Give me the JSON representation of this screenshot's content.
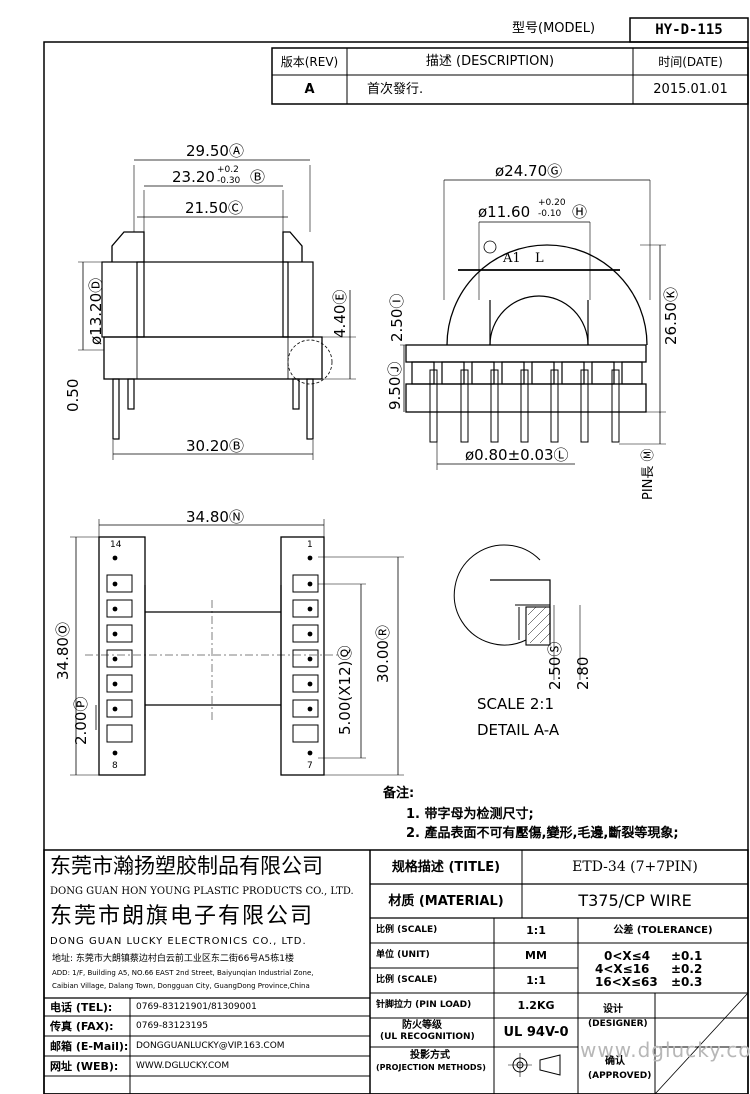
{
  "header": {
    "model_label": "型号(MODEL)",
    "model_value": "HY-D-115",
    "rev_label": "版本(REV)",
    "desc_label": "描述 (DESCRIPTION)",
    "date_label": "时间(DATE)",
    "rev_value": "A",
    "desc_value": "首次發行.",
    "date_value": "2015.01.01"
  },
  "front_view": {
    "d_29_50": "29.50Ⓐ",
    "d_23_20": "23.20",
    "d_23_20_plus": "+0.2",
    "d_23_20_minus": "-0.30",
    "d_23_20_tag": "Ⓑ",
    "d_21_50": "21.50Ⓒ",
    "d_13_20": "ø13.20Ⓓ",
    "d_4_40": "4.40Ⓔ",
    "d_0_50": "0.50",
    "d_30_20": "30.20Ⓑ"
  },
  "side_view": {
    "d_24_70": "ø24.70Ⓖ",
    "d_11_60": "ø11.60",
    "d_11_60_plus": "+0.20",
    "d_11_60_minus": "-0.10",
    "d_11_60_tag": "Ⓗ",
    "marker_a1": "A1",
    "marker_l": "L",
    "d_2_50": "2.50Ⓘ",
    "d_26_50": "26.50Ⓚ",
    "d_9_50": "9.50Ⓙ",
    "d_0_80": "ø0.80±0.03Ⓛ",
    "pin_len": "PIN長 Ⓜ"
  },
  "bottom_view": {
    "d_34_80_h": "34.80Ⓝ",
    "d_34_80_v": "34.80Ⓞ",
    "d_2_00": "2.00Ⓟ",
    "d_5_00": "5.00(X12)Ⓠ",
    "d_30_00": "30.00Ⓡ",
    "pin_14": "14",
    "pin_1": "1",
    "pin_8": "8",
    "pin_7": "7"
  },
  "detail": {
    "d_2_50": "2.50Ⓢ",
    "d_2_80": "2.80",
    "scale": "SCALE 2:1",
    "title": "DETAIL A-A"
  },
  "notes": {
    "title": "备注:",
    "note1": "1. 带字母为检测尺寸;",
    "note2": "2. 產品表面不可有壓傷,變形,毛邊,斷裂等現象;"
  },
  "company": {
    "cn1": "东莞市瀚扬塑胶制品有限公司",
    "en1": "DONG GUAN HON YOUNG PLASTIC PRODUCTS CO., LTD.",
    "cn2": "东莞市朗旗电子有限公司",
    "en2": "DONG GUAN LUCKY ELECTRONICS CO., LTD.",
    "addr1": "地址: 东莞市大朗镇蔡边村白云前工业区东二街66号A5栋1楼",
    "addr2": "ADD: 1/F, Building A5, NO.66 EAST 2nd Street, Baiyunqian Industrial Zone,",
    "addr3": "Caibian Village, Dalang Town, Dongguan City, GuangDong Province,China"
  },
  "contact": {
    "tel_label": "电话 (TEL):",
    "tel_value": "0769-83121901/81309001",
    "fax_label": "传真 (FAX):",
    "fax_value": "0769-83123195",
    "email_label": "邮箱 (E-Mail):",
    "email_value": "DONGGUANLUCKY@VIP.163.COM",
    "web_label": "网址 (WEB):",
    "web_value": "WWW.DGLUCKY.COM"
  },
  "titleblock": {
    "title_label": "规格描述 (TITLE)",
    "title_value": "ETD-34 (7+7PIN)",
    "material_label": "材质 (MATERIAL)",
    "material_value": "T375/CP WIRE",
    "scale_label": "比例 (SCALE)",
    "scale_value": "1:1",
    "tolerance_label": "公差 (TOLERANCE)",
    "unit_label": "单位 (UNIT)",
    "unit_value": "MM",
    "tol1_range": "0<X≤4",
    "tol1_value": "±0.1",
    "tol2_range": "4<X≤16",
    "tol2_value": "±0.2",
    "tol3_range": "16<X≤63",
    "tol3_value": "±0.3",
    "scale2_label": "比例 (SCALE)",
    "scale2_value": "1:1",
    "pinload_label": "针脚拉力 (PIN LOAD)",
    "pinload_value": "1.2KG",
    "ul_label_cn": "防火等级",
    "ul_label_en": "(UL RECOGNITION)",
    "ul_value": "UL 94V-0",
    "designer_cn": "设计",
    "designer_en": "(DESIGNER)",
    "proj_label_cn": "投影方式",
    "proj_label_en": "(PROJECTION METHODS)",
    "approved_cn": "确认",
    "approved_en": "(APPROVED)",
    "watermark": "www.dglucky.com"
  }
}
